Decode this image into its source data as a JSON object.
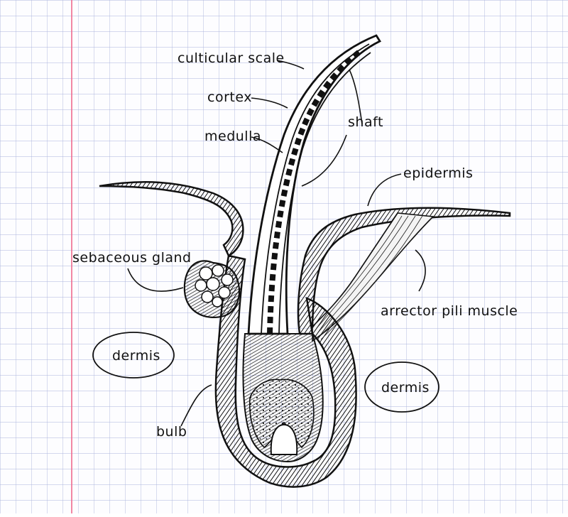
{
  "labels": {
    "cuticular_scale": "culticular scale",
    "cortex": "cortex",
    "medulla": "medulla",
    "shaft": "shaft",
    "epidermis": "epidermis",
    "sebaceous_gland": "sebaceous gland",
    "arrector_pili_muscle": "arrector pili muscle",
    "dermis_left": "dermis",
    "dermis_right": "dermis",
    "bulb": "bulb"
  },
  "colors": {
    "grid": "#aab4dc",
    "margin_line": "#f06a8e",
    "ink": "#111111"
  }
}
